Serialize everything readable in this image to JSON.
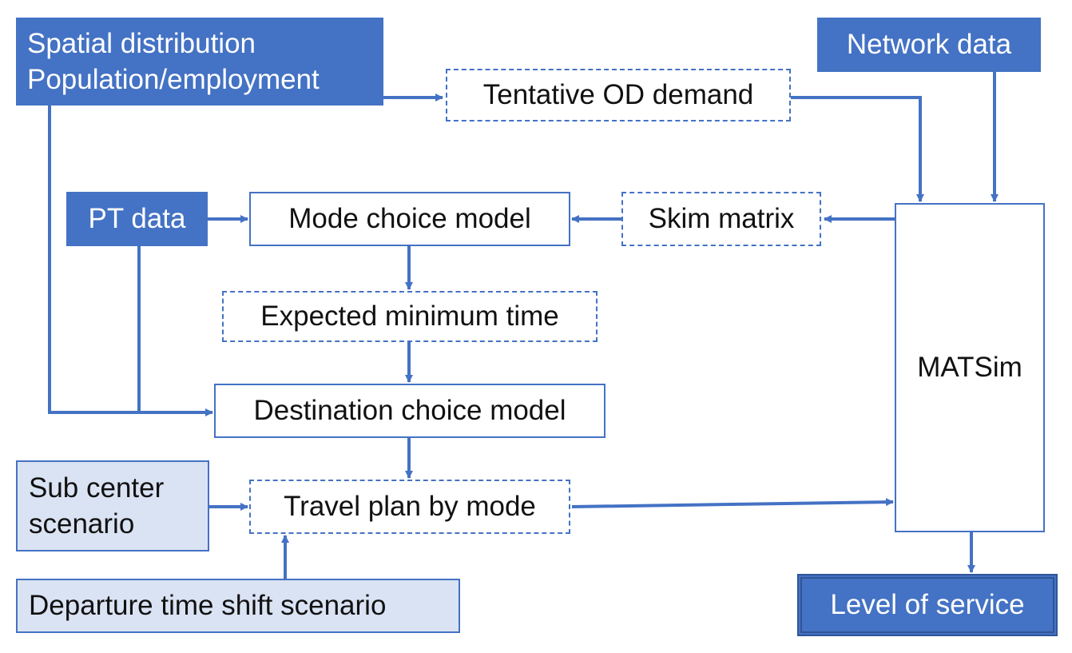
{
  "nodes": {
    "spatial": {
      "line1": "Spatial distribution",
      "line2": "Population/employment"
    },
    "network": {
      "label": "Network data"
    },
    "tentative": {
      "label": "Tentative OD demand"
    },
    "pt": {
      "label": "PT data"
    },
    "mode": {
      "label": "Mode choice model"
    },
    "skim": {
      "label": "Skim matrix"
    },
    "expected": {
      "label": "Expected minimum time"
    },
    "matsim": {
      "label": "MATSim"
    },
    "destination": {
      "label": "Destination choice model"
    },
    "subcenter": {
      "line1": "Sub center",
      "line2": "scenario"
    },
    "travel": {
      "label": "Travel plan by mode"
    },
    "departure": {
      "label": "Departure time shift scenario"
    },
    "los": {
      "label": "Level of service"
    }
  },
  "colors": {
    "primary": "#4472C4",
    "light_fill": "#DAE3F3",
    "dark_border": "#2F5597"
  }
}
